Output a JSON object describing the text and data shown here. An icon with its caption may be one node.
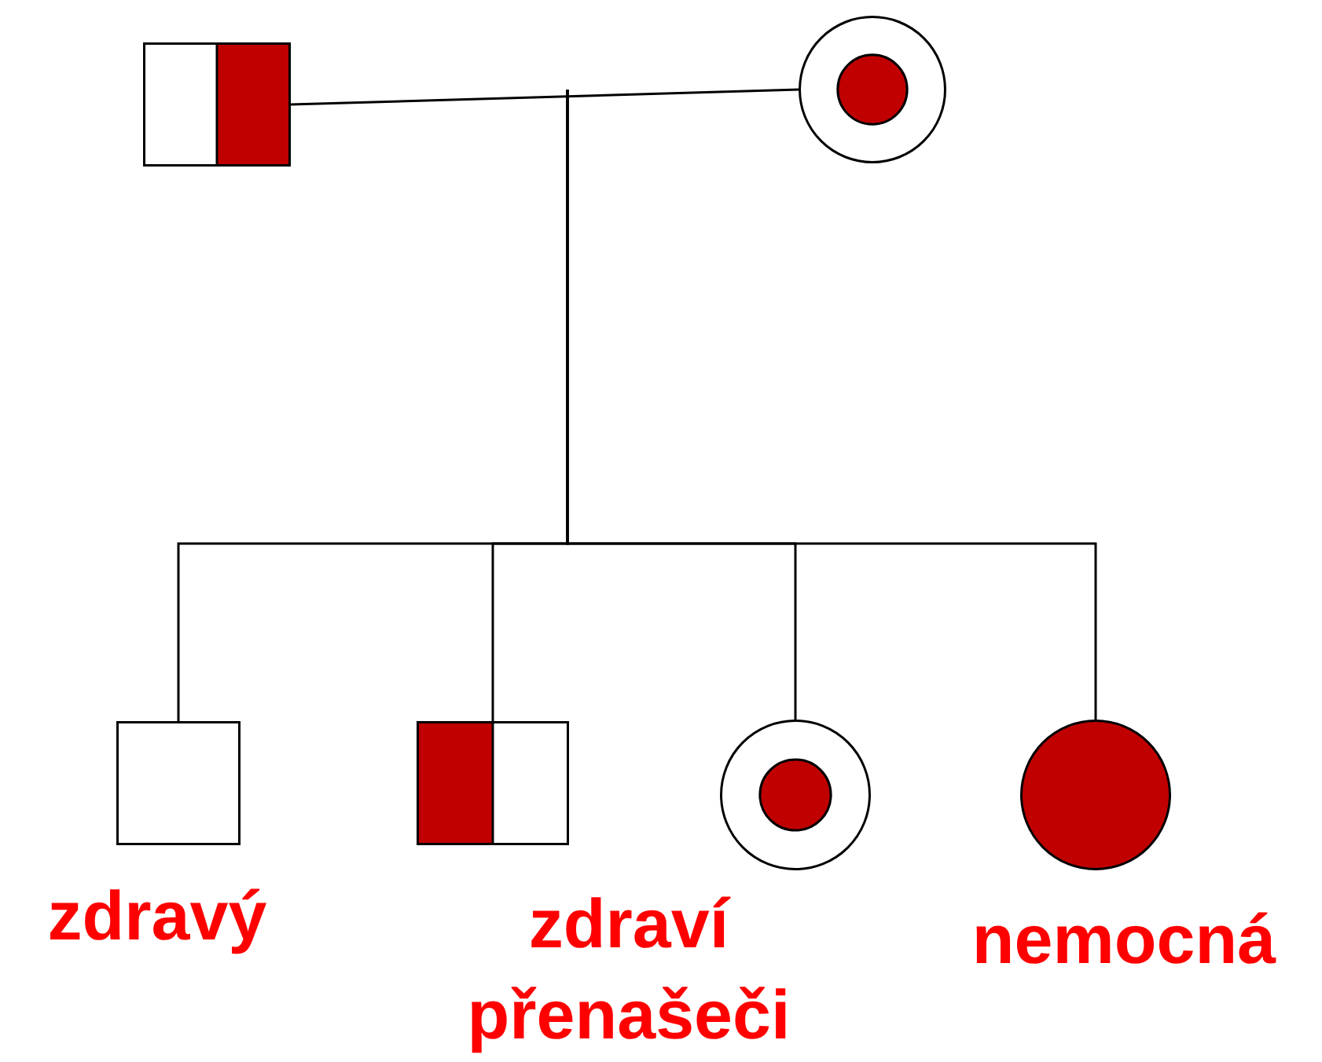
{
  "diagram": {
    "nodes": [
      {
        "text": [],
        "shape": "box"
      },
      {
        "text": [],
        "shape": "circle"
      },
      {
        "text": [],
        "shape": "box"
      },
      {
        "text": [],
        "shape": "box"
      },
      {
        "text": [],
        "shape": "circle"
      },
      {
        "text": [],
        "shape": "circle"
      }
    ],
    "edges": [
      {
        "from": 0,
        "to": 1,
        "arrow": "none"
      },
      {
        "from": null,
        "to": 2,
        "arrow": "none"
      },
      {
        "from": null,
        "to": 3,
        "arrow": "none"
      },
      {
        "from": null,
        "to": 4,
        "arrow": "none"
      },
      {
        "from": null,
        "to": 5,
        "arrow": "none"
      }
    ],
    "labels": [
      "zdravý",
      "zdraví přenašeči",
      "nemocná"
    ]
  }
}
